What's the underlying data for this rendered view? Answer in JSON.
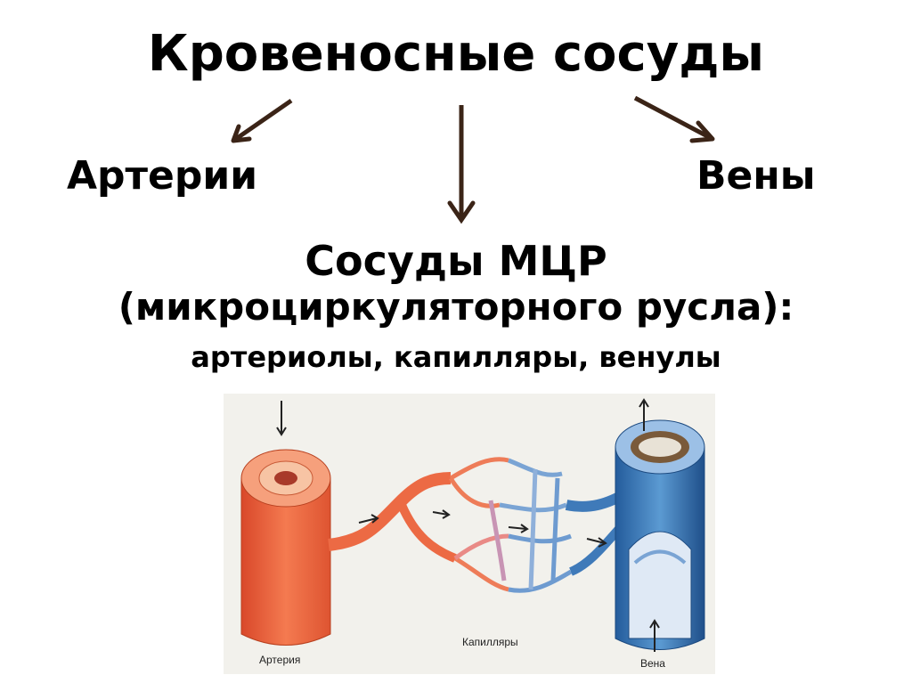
{
  "title": "Кровеносные сосуды",
  "branches": {
    "left": "Артерии",
    "right": "Вены"
  },
  "mcr": {
    "title": "Сосуды МЦР",
    "subtitle": "(микроциркуляторного русла):",
    "list": "артериолы, капилляры, венулы"
  },
  "figure": {
    "labels": {
      "artery": "Артерия",
      "capillaries": "Капилляры",
      "vein": "Вена"
    }
  },
  "colors": {
    "arrow": "#3b2417",
    "artery": "#e8603a",
    "vein": "#3d78b8"
  }
}
